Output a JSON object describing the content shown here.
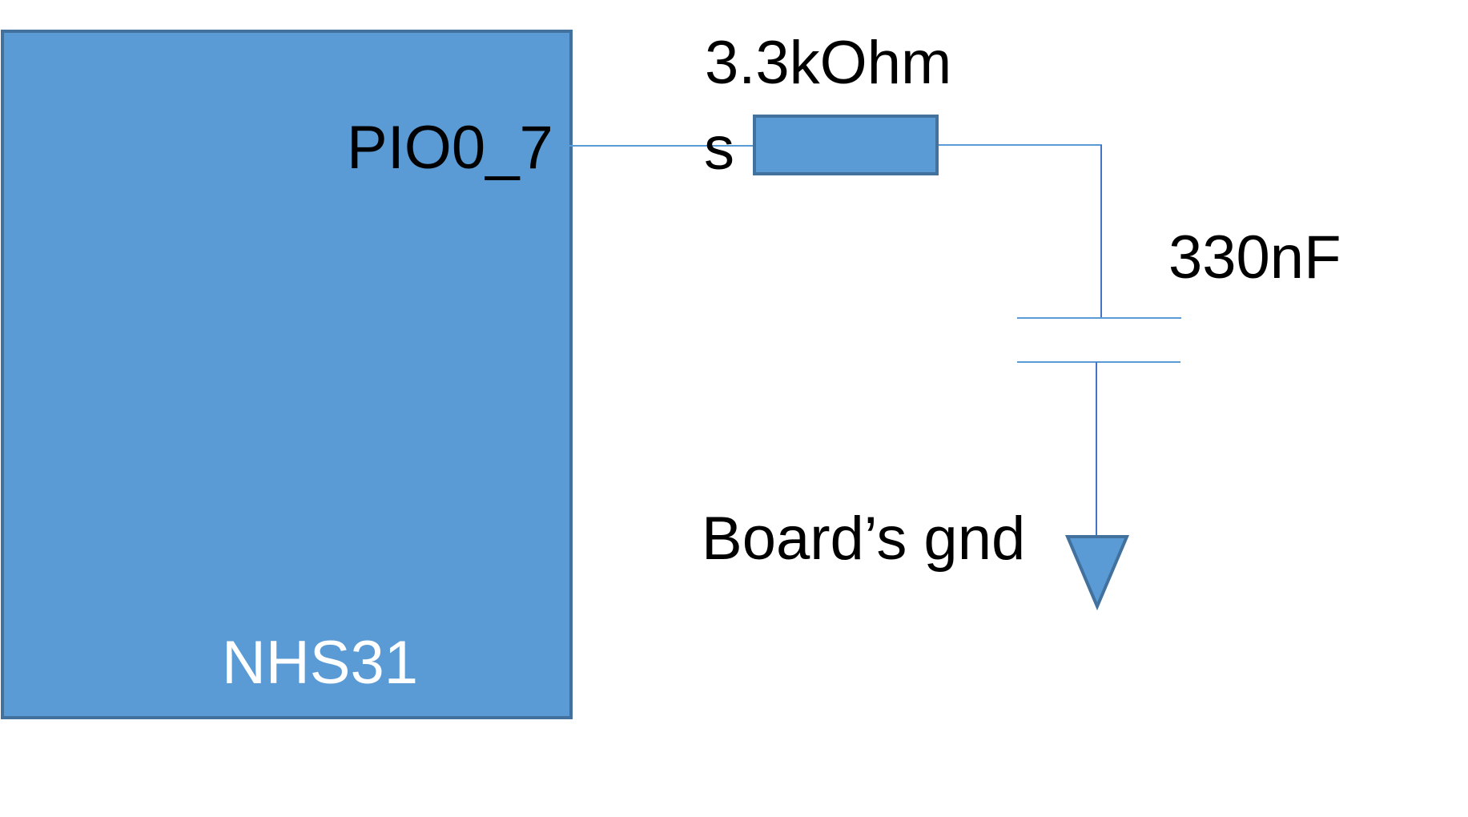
{
  "diagram": {
    "type": "circuit-schematic",
    "colors": {
      "component_fill": "#5B9BD5",
      "component_border": "#41719C",
      "wire": "#5B9BD5",
      "wire_vertical": "#4472C4",
      "text": "#000000",
      "chip_text": "#FFFFFF"
    },
    "chip": {
      "name": "NHS31",
      "pin_label": "PIO0_7"
    },
    "resistor": {
      "label_line1": "3.3kOhm",
      "label_line2": "s"
    },
    "capacitor": {
      "label": "330nF"
    },
    "ground": {
      "label": "Board’s gnd"
    },
    "connections": [
      {
        "from": "chip.PIO0_7",
        "to": "resistor.left"
      },
      {
        "from": "resistor.right",
        "to": "capacitor.top"
      },
      {
        "from": "capacitor.bottom",
        "to": "ground"
      }
    ]
  }
}
